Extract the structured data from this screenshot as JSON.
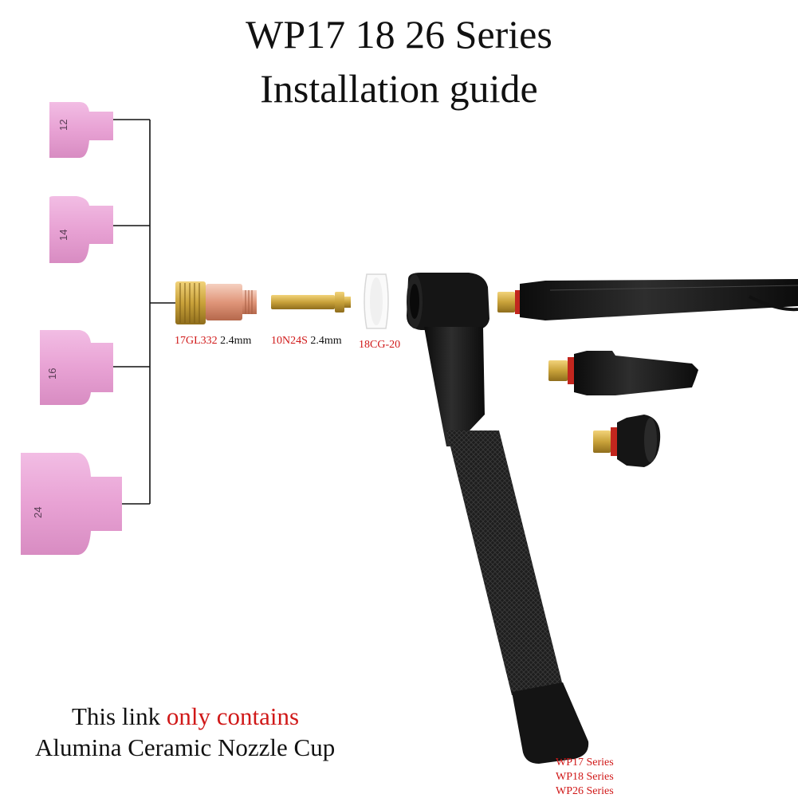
{
  "title": {
    "line1": "WP17 18 26 Series",
    "line2": "Installation guide"
  },
  "nozzle_cups": [
    {
      "size": "12"
    },
    {
      "size": "14"
    },
    {
      "size": "16"
    },
    {
      "size": "24"
    }
  ],
  "parts": {
    "collet_body": {
      "code": "17GL332",
      "spec": "2.4mm"
    },
    "collet": {
      "code": "10N24S",
      "spec": "2.4mm"
    },
    "gasket": {
      "code": "18CG-20"
    }
  },
  "note": {
    "prefix": "This link ",
    "highlight": "only contains",
    "line2": "Alumina Ceramic Nozzle Cup"
  },
  "series": [
    "WP17 Series",
    "WP18 Series",
    "WP26 Series"
  ],
  "colors": {
    "cup_pink": "#e8a2d4",
    "highlight_red": "#d01818",
    "torch_black": "#1a1a1a",
    "brass": "#c9a23a",
    "copper": "#d98a6a"
  }
}
